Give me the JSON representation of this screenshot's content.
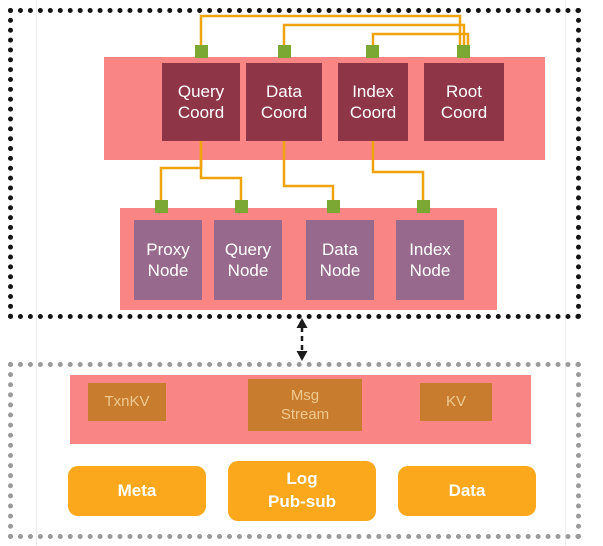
{
  "colors": {
    "band": "#F98585",
    "coord-box": "#8E3648",
    "node-box": "#97698C",
    "connector": "#7AA832",
    "wire": "#F0A30A",
    "service-box": "#C87D2E",
    "service-text": "#EFC98F",
    "store-box": "#FBA81C",
    "top-border": "#141414",
    "bottom-border": "#9A9A9A"
  },
  "top": {
    "coordinators": [
      {
        "label": "Query\nCoord"
      },
      {
        "label": "Data\nCoord"
      },
      {
        "label": "Index\nCoord"
      },
      {
        "label": "Root\nCoord"
      }
    ],
    "nodes": [
      {
        "label": "Proxy\nNode"
      },
      {
        "label": "Query\nNode"
      },
      {
        "label": "Data\nNode"
      },
      {
        "label": "Index\nNode"
      }
    ]
  },
  "bottom": {
    "services": [
      {
        "label": "TxnKV"
      },
      {
        "label": "Msg\nStream"
      },
      {
        "label": "KV"
      }
    ],
    "stores": [
      {
        "label": "Meta"
      },
      {
        "label": "Log\nPub-sub"
      },
      {
        "label": "Data"
      }
    ]
  }
}
